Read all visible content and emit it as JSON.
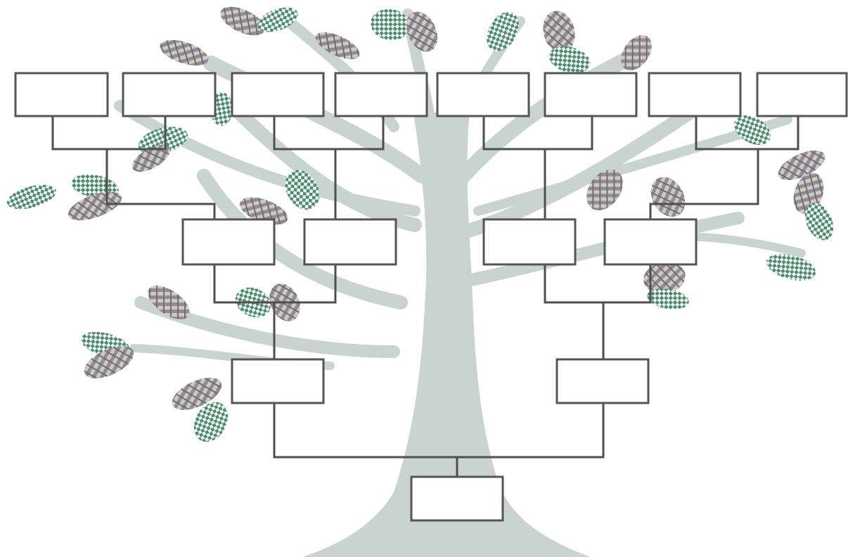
{
  "diagram": {
    "type": "family-tree-template",
    "generations": 4,
    "boxes_per_generation": [
      1,
      2,
      4,
      8
    ],
    "box_labels": {
      "self": "",
      "parents": [
        "",
        ""
      ],
      "grandparents": [
        "",
        "",
        "",
        ""
      ],
      "great_grandparents": [
        "",
        "",
        "",
        "",
        "",
        "",
        "",
        ""
      ]
    }
  },
  "colors": {
    "trunk": "#c9d3cf",
    "connector": "#4f4f4f",
    "box_border": "#555555",
    "leaf_gray": "#8e8c99",
    "leaf_beige": "#d2c9b8",
    "leaf_green": "#4e8a73"
  }
}
